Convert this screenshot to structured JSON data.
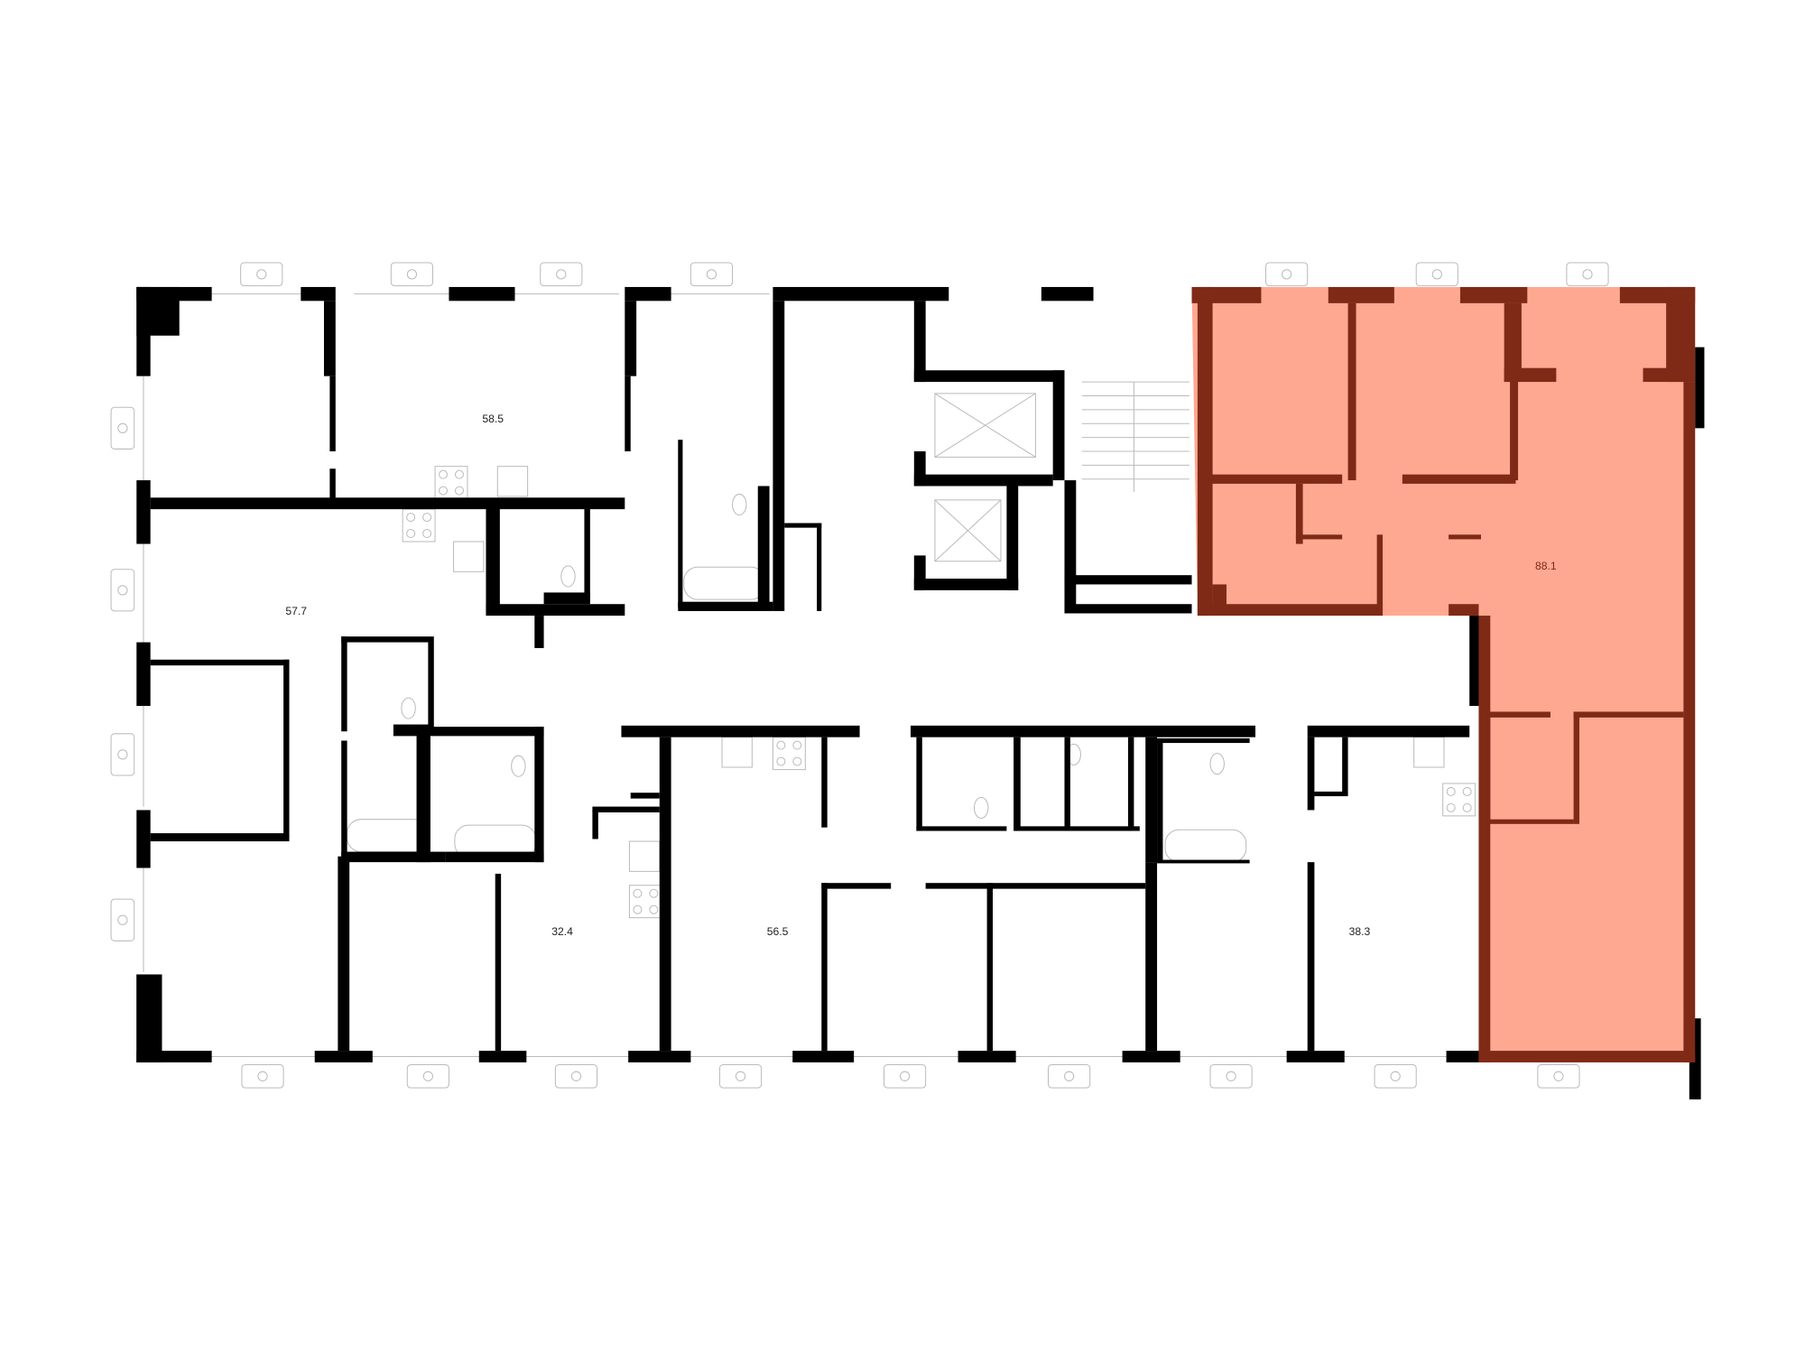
{
  "plan": {
    "units": [
      {
        "id": "unit-a",
        "area": "58.5"
      },
      {
        "id": "unit-b",
        "area": "57.7"
      },
      {
        "id": "unit-c",
        "area": "32.4"
      },
      {
        "id": "unit-d",
        "area": "56.5"
      },
      {
        "id": "unit-e",
        "area": "38.3"
      },
      {
        "id": "unit-selected",
        "area": "88.1",
        "highlighted": true
      }
    ],
    "colors": {
      "wall": "#000000",
      "highlight_fill": "#ffa891",
      "highlight_wall": "#7f2a17",
      "fixture_line": "#bbbbbb"
    },
    "icons": [
      "window-plant-icon",
      "stove-icon",
      "sink-icon",
      "bathtub-icon",
      "toilet-icon",
      "elevator-icon",
      "stairs-icon"
    ]
  }
}
